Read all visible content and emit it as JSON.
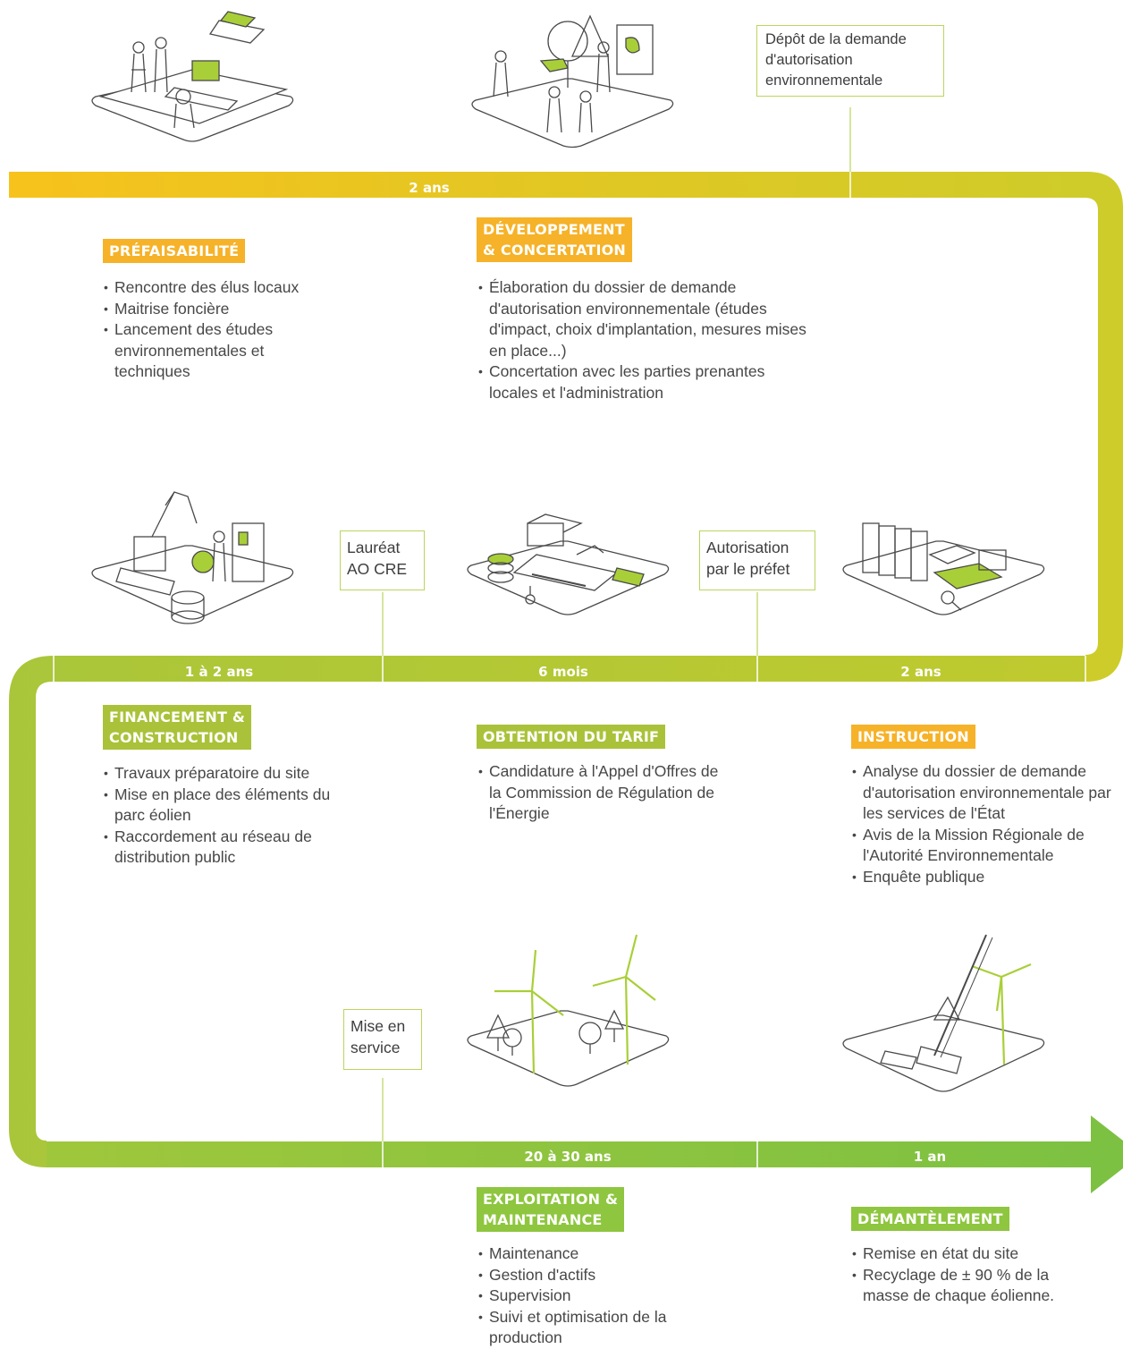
{
  "colors": {
    "yellow": "#f7c21c",
    "yellow_green": "#c9cb2a",
    "green": "#8ec63f",
    "orange_badge": "#f6b228",
    "olive_badge": "#a9c23a",
    "green_badge": "#8ec63f",
    "line_art": "#4a4a4a",
    "accent_fill": "#a9cf38"
  },
  "durations": {
    "prefaisabilite_dev": "2 ans",
    "financement": "1 à 2 ans",
    "tarif": "6 mois",
    "instruction": "2 ans",
    "exploitation": "20 à 30 ans",
    "demantelement": "1 an"
  },
  "milestones": {
    "depot": [
      "Dépôt de la demande",
      "d'autorisation",
      "environnementale"
    ],
    "laureat": [
      "Lauréat",
      "AO CRE"
    ],
    "autorisation": [
      "Autorisation",
      "par le préfet"
    ],
    "mise_en_service": [
      "Mise en",
      "service"
    ]
  },
  "phases": {
    "prefaisabilite": {
      "title": [
        "PRÉFAISABILITÉ"
      ],
      "items": [
        "Rencontre des élus locaux",
        "Maitrise foncière",
        "Lancement des études environnementales et techniques"
      ]
    },
    "developpement": {
      "title": [
        "DÉVELOPPEMENT",
        "& CONCERTATION"
      ],
      "items": [
        "Élaboration du dossier de demande d'autorisation environnementale (études d'impact, choix d'implantation, mesures mises en place...)",
        "Concertation avec les parties prenantes locales et l'administration"
      ]
    },
    "financement": {
      "title": [
        "FINANCEMENT &",
        "CONSTRUCTION"
      ],
      "items": [
        "Travaux préparatoire du site",
        "Mise en place des éléments du parc éolien",
        "Raccordement au réseau de distribution public"
      ]
    },
    "tarif": {
      "title": [
        "OBTENTION DU TARIF"
      ],
      "items": [
        "Candidature à l'Appel d'Offres de la Commission de Régulation de l'Énergie"
      ]
    },
    "instruction": {
      "title": [
        "INSTRUCTION"
      ],
      "items": [
        "Analyse du dossier de demande d'autorisation environnementale par les services de l'État",
        "Avis de la Mission Régionale de l'Autorité Environnementale",
        "Enquête publique"
      ]
    },
    "exploitation": {
      "title": [
        "EXPLOITATION &",
        "MAINTENANCE"
      ],
      "items": [
        "Maintenance",
        "Gestion d'actifs",
        "Supervision",
        "Suivi et optimisation de la production"
      ]
    },
    "demantelement": {
      "title": [
        "DÉMANTÈLEMENT"
      ],
      "items": [
        "Remise en état du site",
        "Recyclage de ± 90 % de la masse de chaque éolienne."
      ]
    }
  },
  "illustrations": [
    "office-meeting-icon",
    "field-study-icon",
    "construction-excavator-icon",
    "tariff-documents-icon",
    "instruction-binders-icon",
    "wind-farm-icon",
    "dismantling-crane-icon"
  ]
}
